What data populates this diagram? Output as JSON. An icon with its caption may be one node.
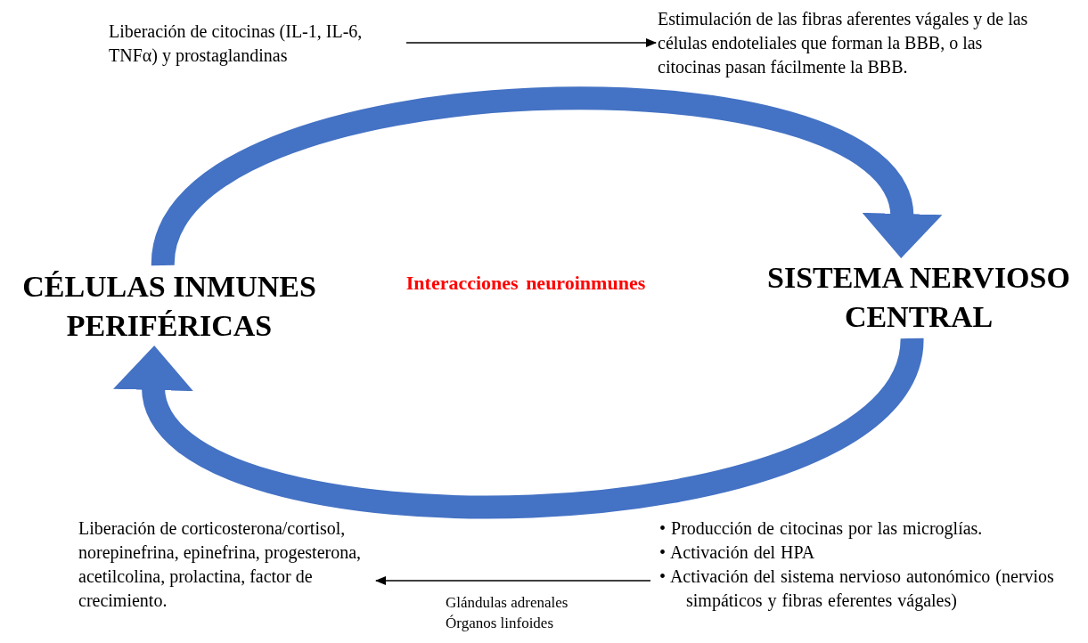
{
  "diagram": {
    "nodes": [
      {
        "text": [
          "CÉLULAS INMUNES PERIFÉRICAS"
        ]
      },
      {
        "text": [
          "SISTEMA NERVIOSO CENTRAL"
        ]
      },
      {
        "text": [
          "Liberación de citocinas (IL-1, IL-6, TNFα) y prostaglandinas"
        ]
      },
      {
        "text": [
          "Estimulación de las fibras aferentes vágales y de las células endoteliales que forman la BBB, o las citocinas pasan fácilmente la BBB."
        ]
      },
      {
        "text": [
          "• Producción de citocinas por las microglías.",
          "• Activación del HPA",
          "• Activación del sistema nervioso autonómico (nervios simpáticos y fibras eferentes vágales)"
        ]
      },
      {
        "text": [
          "Liberación de corticosterona/cortisol, norepinefrina, epinefrina, progesterona, acetilcolina, prolactina, factor de crecimiento."
        ]
      }
    ],
    "edges": [
      {
        "from": 0,
        "to": 1,
        "arrow": "to",
        "style": "thick",
        "color": "#4472c4"
      },
      {
        "from": 1,
        "to": 0,
        "arrow": "to",
        "style": "thick",
        "color": "#4472c4"
      },
      {
        "from": 2,
        "to": 3,
        "arrow": "to",
        "color": "#000000"
      },
      {
        "from": 4,
        "to": 5,
        "arrow": "to",
        "color": "#000000",
        "label": "Glándulas adrenales Órganos linfoides"
      }
    ],
    "labels": [
      "Interacciones neuroinmunes"
    ]
  }
}
